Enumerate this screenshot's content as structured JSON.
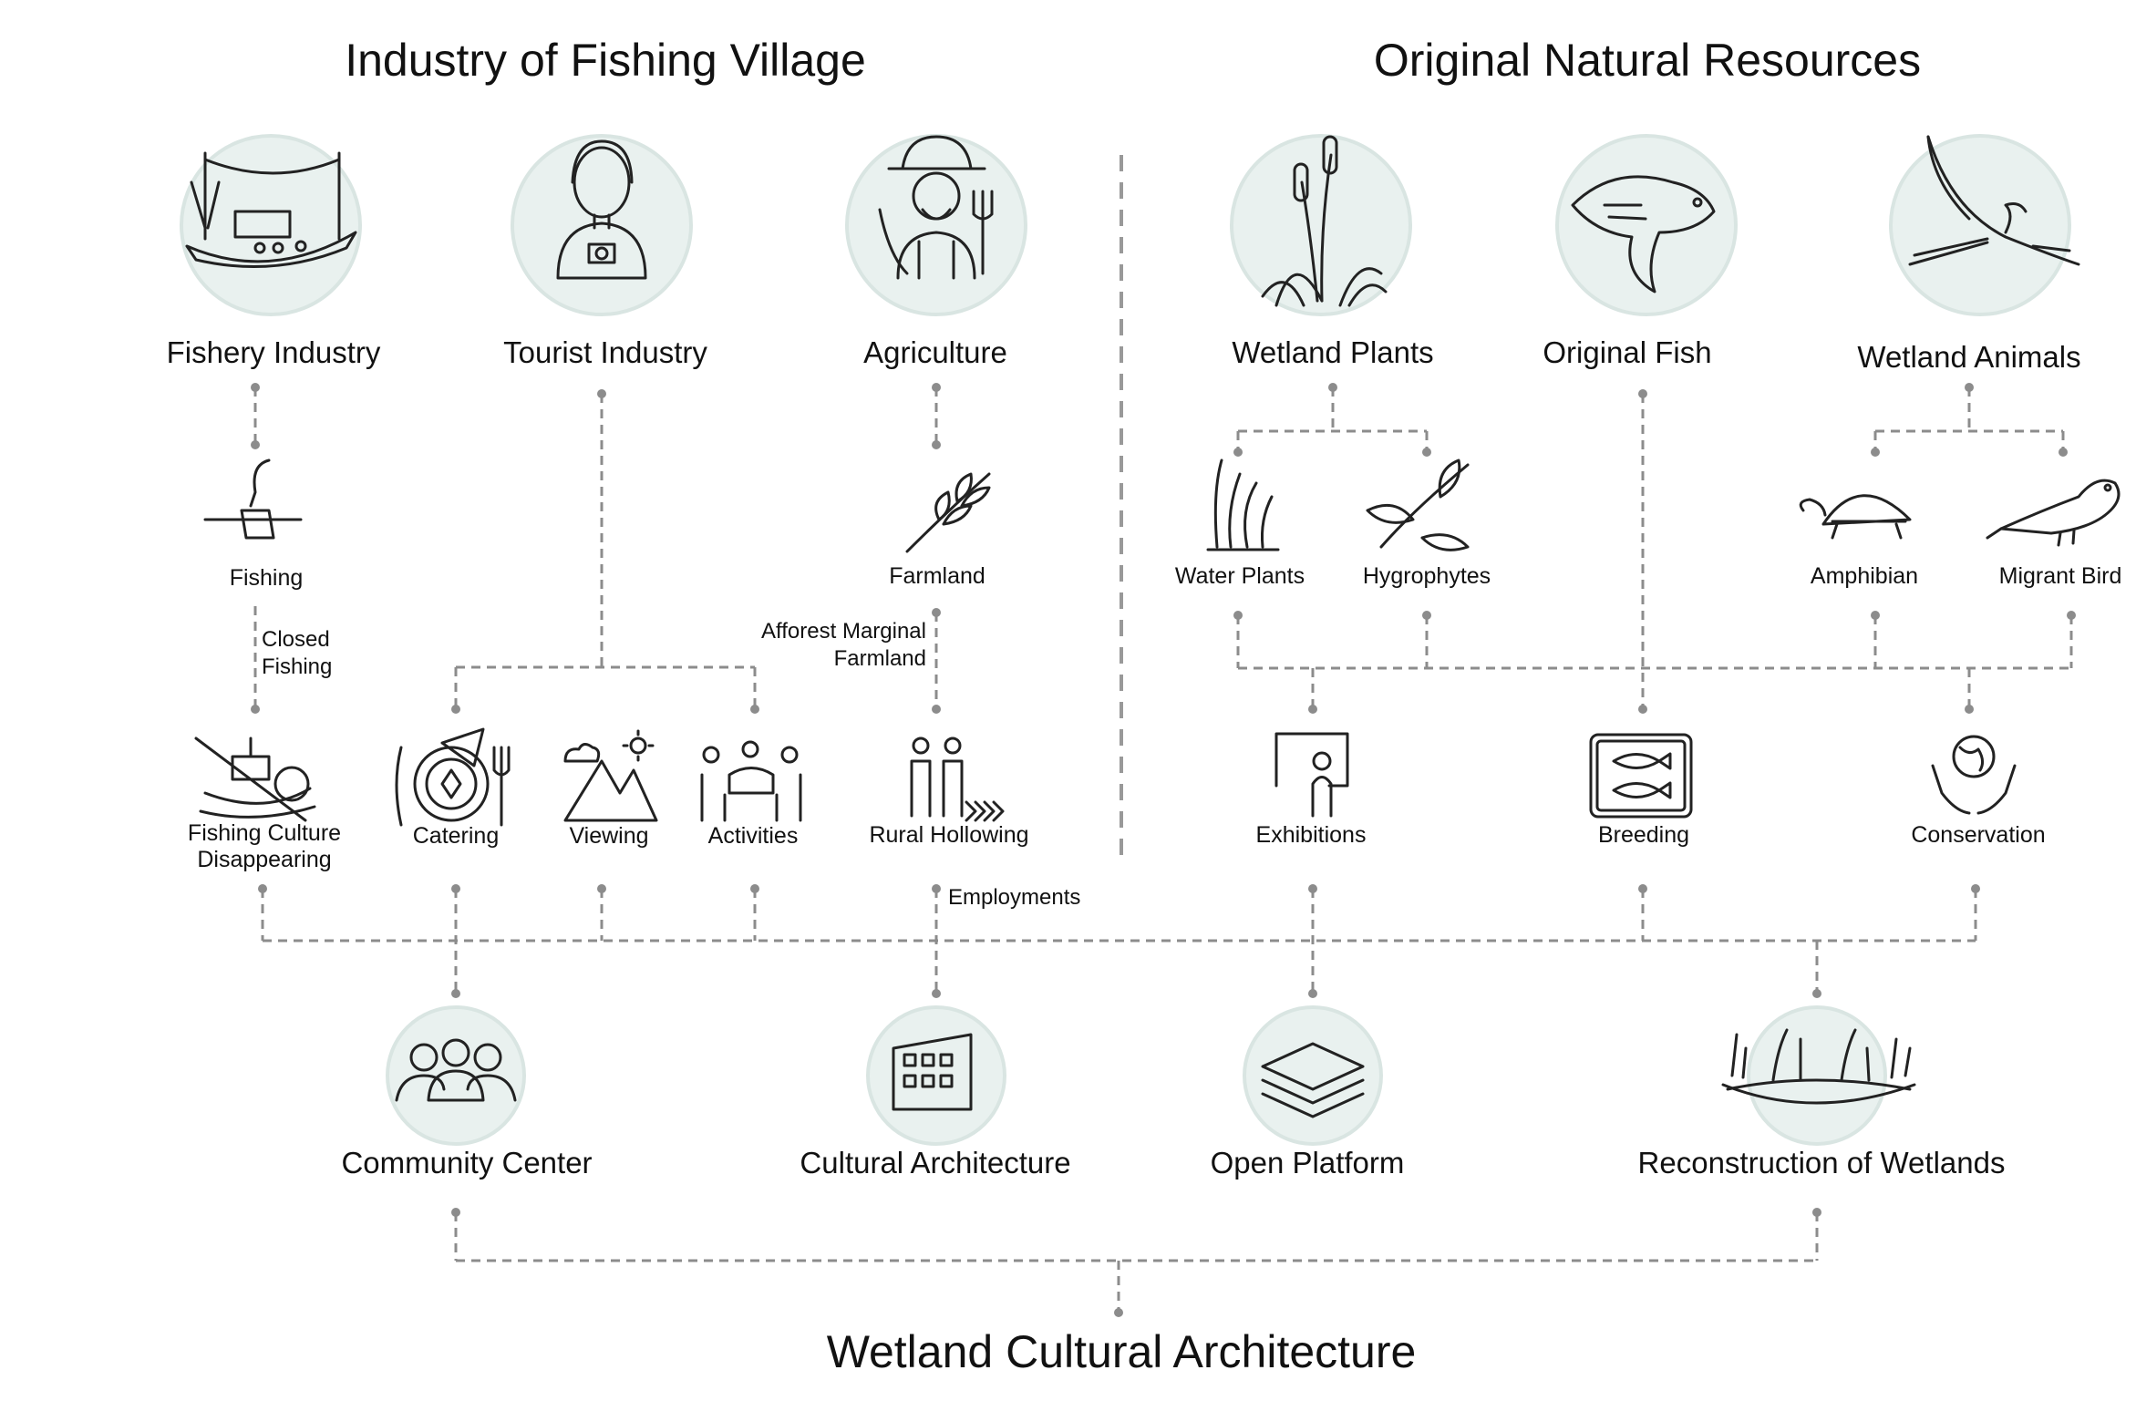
{
  "headers": {
    "left": "Industry of Fishing Village",
    "right": "Original Natural Resources",
    "bottom": "Wetland Cultural Architecture"
  },
  "categories": {
    "fishery": "Fishery Industry",
    "tourist": "Tourist Industry",
    "agriculture": "Agriculture",
    "wetland_plants": "Wetland Plants",
    "original_fish": "Original Fish",
    "wetland_animals": "Wetland Animals"
  },
  "subitems": {
    "fishing": "Fishing",
    "farmland": "Farmland",
    "water_plants": "Water Plants",
    "hygrophytes": "Hygrophytes",
    "amphibian": "Amphibian",
    "migrant_bird": "Migrant Bird"
  },
  "annotations": {
    "closed_fishing_1": "Closed",
    "closed_fishing_2": "Fishing",
    "afforest_1": "Afforest Marginal",
    "afforest_2": "Farmland",
    "employments": "Employments"
  },
  "outcomes": {
    "fishing_culture_1": "Fishing Culture",
    "fishing_culture_2": "Disappearing",
    "catering": "Catering",
    "viewing": "Viewing",
    "activities": "Activities",
    "rural_hollowing": "Rural Hollowing",
    "exhibitions": "Exhibitions",
    "breeding": "Breeding",
    "conservation": "Conservation"
  },
  "architecture": {
    "community_center": "Community Center",
    "cultural_architecture": "Cultural Architecture",
    "open_platform": "Open Platform",
    "reconstruction": "Reconstruction of Wetlands"
  },
  "colors": {
    "circle_fill": "#e9f1ef",
    "circle_stroke": "#d9e5e2",
    "line": "#8c8c8c",
    "icon": "#222222"
  }
}
